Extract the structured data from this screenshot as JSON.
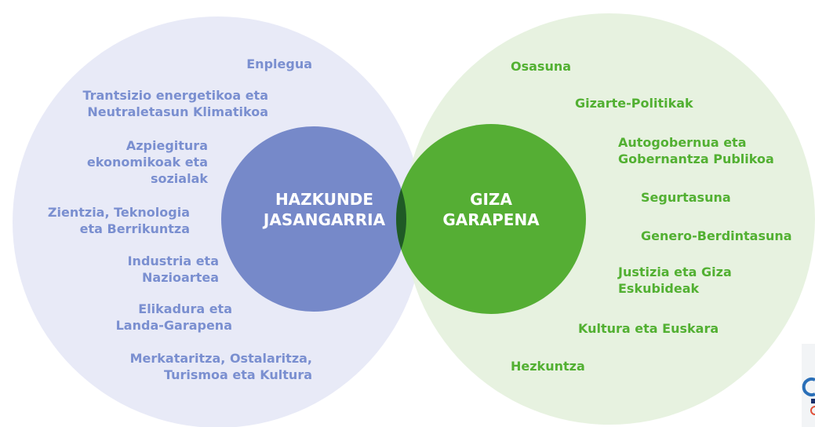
{
  "colors": {
    "left_outer": "#e8eaf7",
    "left_inner": "#7689c9",
    "right_outer": "#e4f0dc",
    "right_inner": "#55ae34",
    "overlap_inner": "#1f5a26",
    "left_text": "#7a8fd0",
    "right_text": "#52b032"
  },
  "left_core": {
    "line1": "HAZKUNDE",
    "line2": "JASANGARRIA"
  },
  "right_core": {
    "line1": "GIZA",
    "line2": "GARAPENA"
  },
  "left_topics": [
    {
      "line1": "Enplegua",
      "line2": ""
    },
    {
      "line1": "Trantsizio energetikoa eta",
      "line2": "Neutraletasun Klimatikoa"
    },
    {
      "line1": "Azpiegitura",
      "line2": "ekonomikoak eta",
      "line3": "sozialak"
    },
    {
      "line1": "Zientzia, Teknologia",
      "line2": "eta Berrikuntza"
    },
    {
      "line1": "Industria eta",
      "line2": "Nazioartea"
    },
    {
      "line1": "Elikadura eta",
      "line2": "Landa-Garapena"
    },
    {
      "line1": "Merkataritza, Ostalaritza,",
      "line2": "Turismoa eta Kultura"
    }
  ],
  "right_topics": [
    {
      "line1": "Osasuna",
      "line2": ""
    },
    {
      "line1": "Gizarte-Politikak",
      "line2": ""
    },
    {
      "line1": "Autogobernua eta",
      "line2": "Gobernantza Publikoa"
    },
    {
      "line1": "Segurtasuna",
      "line2": ""
    },
    {
      "line1": "Genero-Berdintasuna",
      "line2": ""
    },
    {
      "line1": "Justizia eta Giza",
      "line2": "Eskubideak"
    },
    {
      "line1": "Kultura eta Euskara",
      "line2": ""
    },
    {
      "line1": "Hezkuntza",
      "line2": ""
    }
  ]
}
